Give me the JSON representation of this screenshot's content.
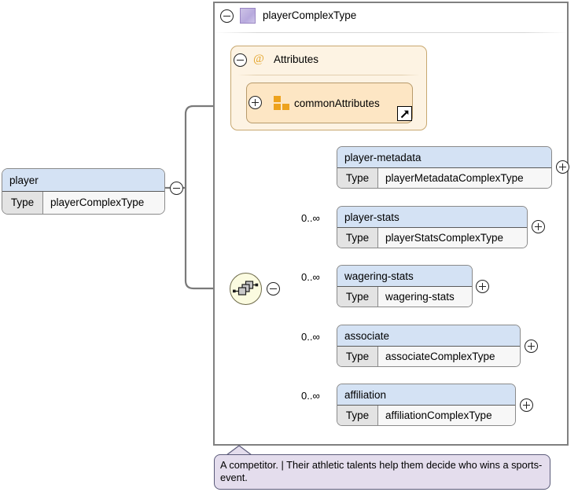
{
  "diagram": {
    "kind": "xml-schema-element-diagram",
    "colors": {
      "element_header": "#d4e2f4",
      "type_cell": "#e3e3e3",
      "attribute_group": "#fdf3e3",
      "attribute_item": "#fde6c4",
      "attribute_accent": "#eda21d",
      "complextype_icon": "#b7a9dd",
      "annotation_bg": "#e4dded",
      "connector": "#7a7a7a"
    }
  },
  "root_element": {
    "name": "player",
    "type_key": "Type",
    "type_value": "playerComplexType",
    "collapse_icon": "minus-circle-icon"
  },
  "complex_type": {
    "title": "playerComplexType",
    "icon": "complextype-icon",
    "collapse_icon": "minus-circle-icon"
  },
  "attributes_group": {
    "label": "Attributes",
    "at_symbol": "@",
    "collapse_icon": "minus-circle-icon",
    "items": [
      {
        "label": "commonAttributes",
        "expand_icon": "plus-circle-icon",
        "icon": "attribute-group-icon",
        "reference_badge": "external-link-arrow-icon"
      }
    ]
  },
  "compositor": {
    "kind": "choice",
    "icon": "choice-compositor-icon",
    "collapse_icon": "minus-circle-icon"
  },
  "children": [
    {
      "name": "player-metadata",
      "type_key": "Type",
      "type_value": "playerMetadataComplexType",
      "cardinality": "",
      "expand_icon": "plus-circle-icon"
    },
    {
      "name": "player-stats",
      "type_key": "Type",
      "type_value": "playerStatsComplexType",
      "cardinality": "0..∞",
      "expand_icon": "plus-circle-icon"
    },
    {
      "name": "wagering-stats",
      "type_key": "Type",
      "type_value": "wagering-stats",
      "cardinality": "0..∞",
      "expand_icon": "plus-circle-icon"
    },
    {
      "name": "associate",
      "type_key": "Type",
      "type_value": "associateComplexType",
      "cardinality": "0..∞",
      "expand_icon": "plus-circle-icon"
    },
    {
      "name": "affiliation",
      "type_key": "Type",
      "type_value": "affiliationComplexType",
      "cardinality": "0..∞",
      "expand_icon": "plus-circle-icon"
    }
  ],
  "annotation": {
    "text": "A competitor. | Their athletic talents help them decide who wins a sports-event."
  }
}
